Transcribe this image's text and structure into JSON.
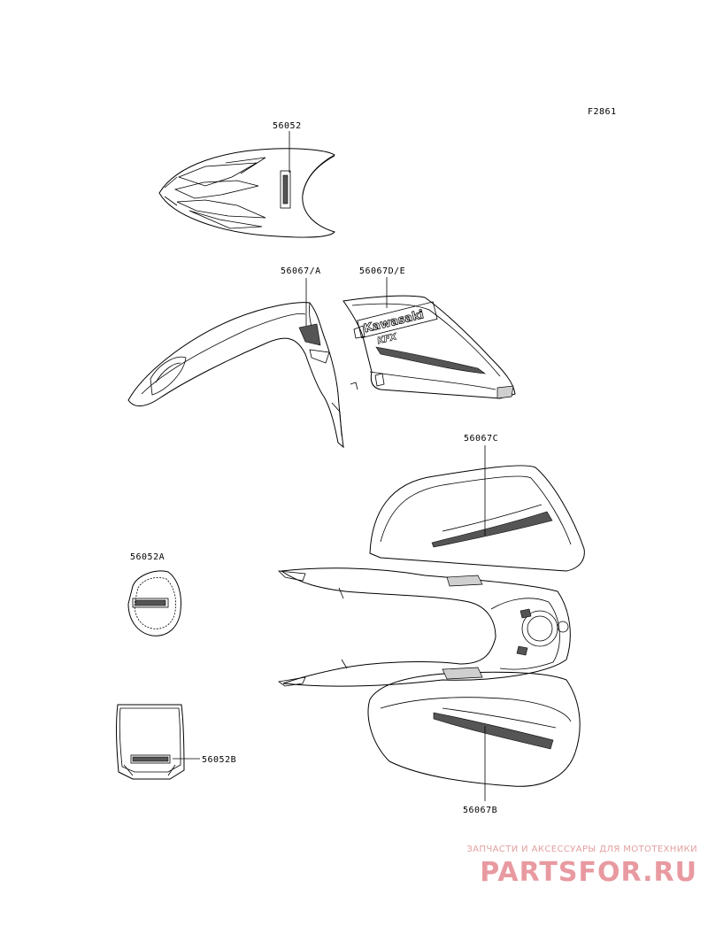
{
  "figure_code": "F2861",
  "parts": {
    "p56052": "56052",
    "p56067A": "56067/A",
    "p56067DE": "56067D/E",
    "p56067C": "56067C",
    "p56052A": "56052A",
    "p56052B": "56052B",
    "p56067B": "56067B"
  },
  "decal_text": {
    "brand": "Kawasaki",
    "model": "KFX"
  },
  "watermark": {
    "line1": "ЗАПЧАСТИ И АКСЕССУАРЫ ДЛЯ МОТОТЕХНИКИ",
    "line2": "PARTSFOR.RU"
  }
}
